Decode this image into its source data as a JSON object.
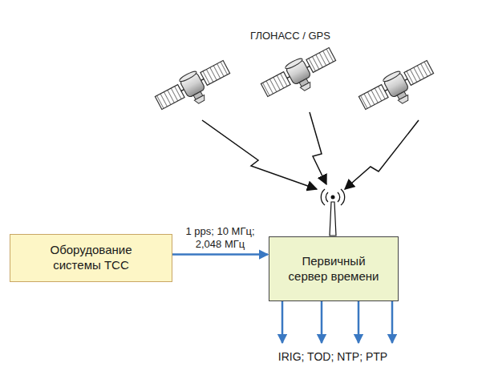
{
  "diagram": {
    "nodes": [
      {
        "text": [
          "Оборудование системы ТСС"
        ]
      },
      {
        "text": [
          "Первичный сервер времени"
        ]
      }
    ],
    "edges": [
      {
        "from": 0,
        "to": 1,
        "arrow": "to",
        "label": "1 pps; 10 МГц; 2,048 МГц"
      }
    ],
    "labels": [
      "ГЛОНАСС / GPS",
      "IRIG; TOD; NTP; PTP"
    ]
  }
}
